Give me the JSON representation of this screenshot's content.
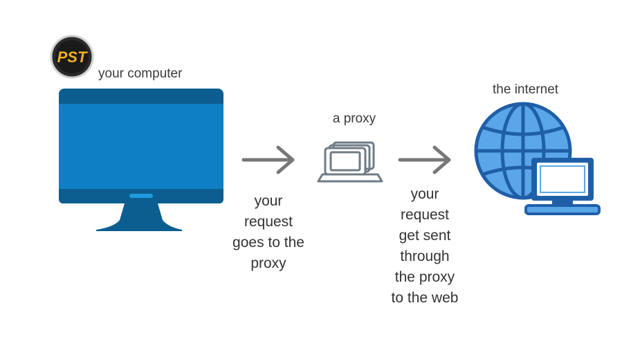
{
  "logo": {
    "text": "PST"
  },
  "nodes": {
    "computer": {
      "label": "your computer"
    },
    "proxy": {
      "label": "a proxy"
    },
    "internet": {
      "label": "the internet"
    }
  },
  "captions": {
    "step1": [
      "your",
      "request",
      "goes to the",
      "proxy"
    ],
    "step2": [
      "your",
      "request",
      "get sent",
      "through",
      "the proxy",
      "to the web"
    ]
  },
  "colors": {
    "monitor_blue": "#0F7FC5",
    "monitor_dark": "#0B5E8F",
    "arrow_gray": "#777777",
    "proxy_gray": "#6E7B85",
    "globe_fill": "#5AA6E8",
    "globe_stroke": "#1F5FA8"
  }
}
